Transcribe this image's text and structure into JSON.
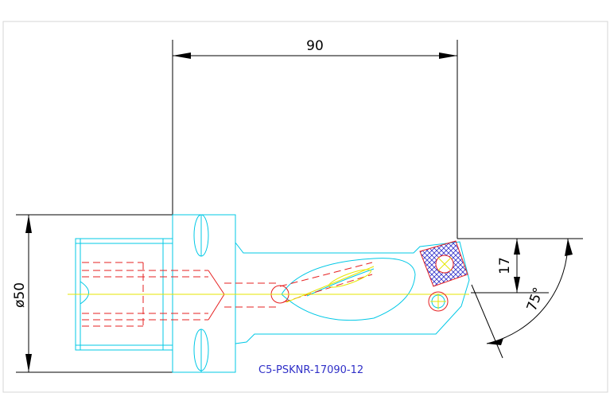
{
  "drawing": {
    "dimension_length": "90",
    "dimension_diameter": "ø50",
    "dimension_height": "17",
    "dimension_angle": "75°",
    "part_code": "C5-PSKNR-17090-12"
  },
  "colors": {
    "outline": "#00c8e6",
    "hidden": "#e62020",
    "centerline": "#e6e600",
    "insert_hatch": "#3030c8",
    "label": "#3030c8"
  }
}
